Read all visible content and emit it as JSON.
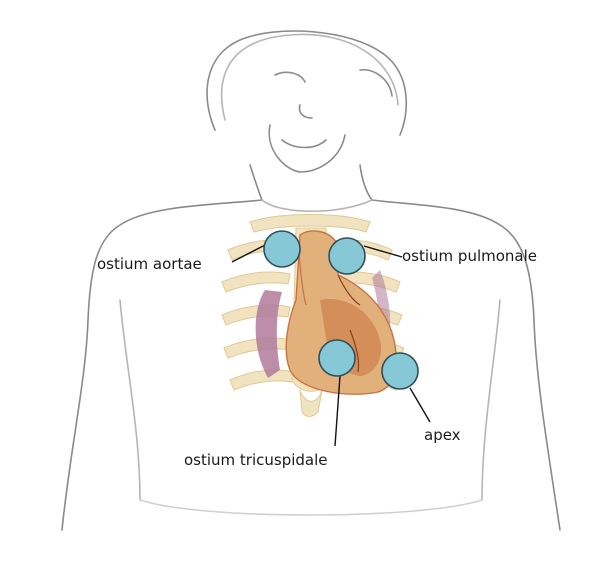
{
  "labels": {
    "aortae": "ostium aortae",
    "pulmonale": "ostium pulmonale",
    "tricuspidale": "ostium tricuspidale",
    "apex": "apex"
  },
  "colors": {
    "outline": "#8a8a8a",
    "skin": "#ffffff",
    "bone": "#f2e3c0",
    "heart": "#e2b07a",
    "heart_dark": "#c8733e",
    "lung": "#b07a9a",
    "marker_fill": "#86c8d6",
    "marker_stroke": "#2f4f5a",
    "leader": "#111111"
  }
}
